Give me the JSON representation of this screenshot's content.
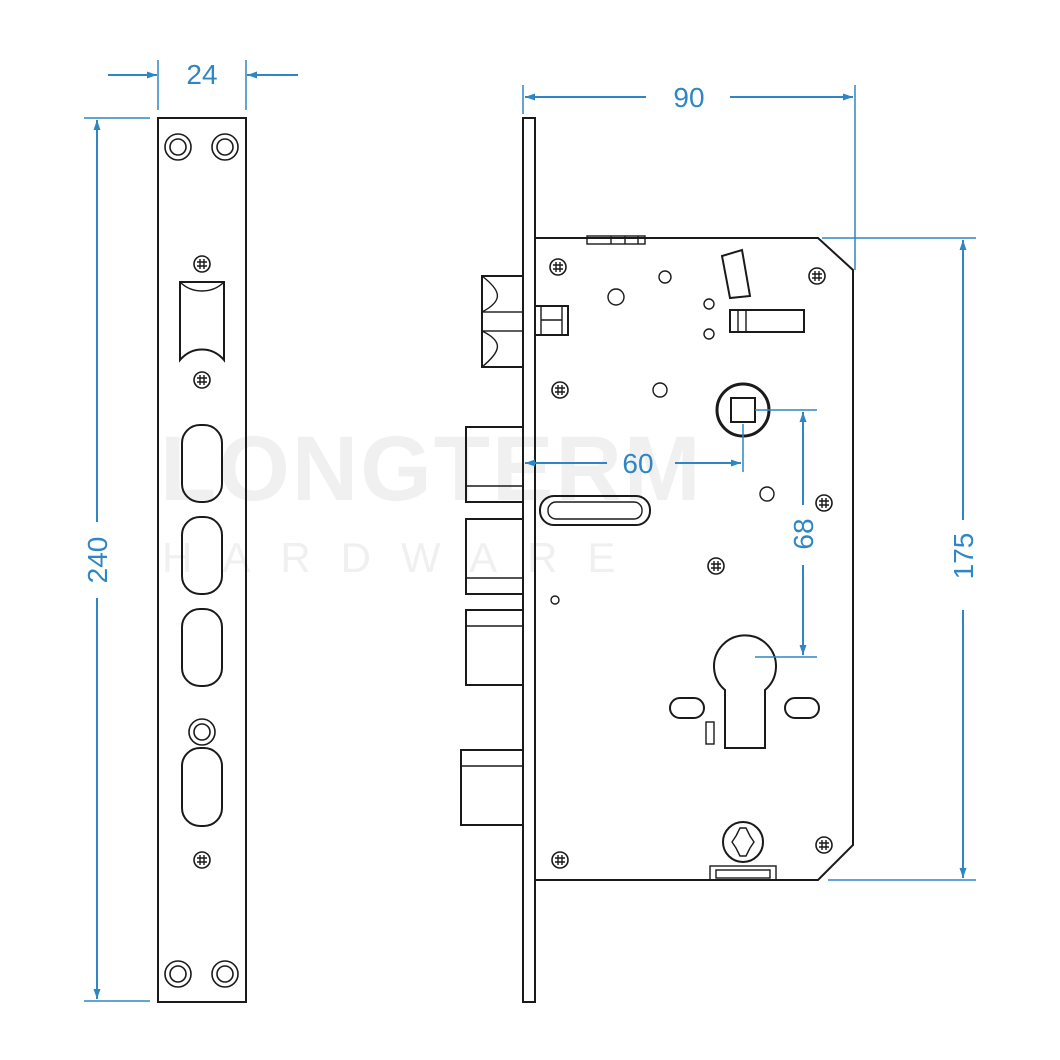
{
  "watermark": {
    "brand": "LONGTERM",
    "sub": "HARDWARE"
  },
  "colors": {
    "dimension": "#2f86c4",
    "outline": "#1a1a1a",
    "watermark": "#f0f0f0"
  },
  "dimensions": {
    "faceplate_width": "24",
    "faceplate_height": "240",
    "body_width": "90",
    "body_height": "175",
    "backset": "60",
    "center_distance": "68"
  }
}
